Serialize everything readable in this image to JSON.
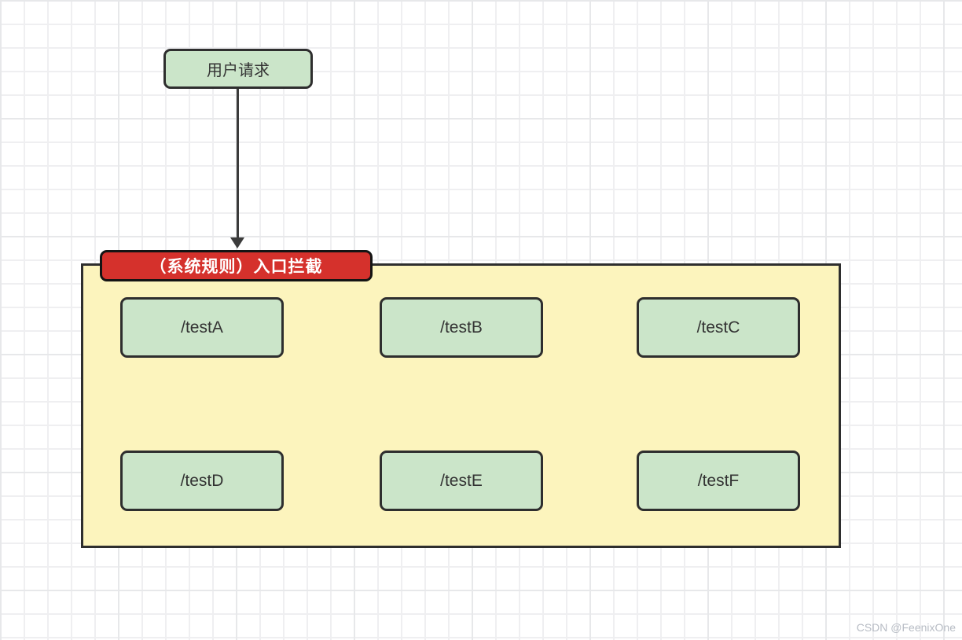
{
  "diagram": {
    "user_request": {
      "label": "用户请求"
    },
    "interceptor": {
      "label": "（系统规则）入口拦截",
      "endpoints": [
        "/testA",
        "/testB",
        "/testC",
        "/testD",
        "/testE",
        "/testF"
      ]
    },
    "watermark": "CSDN @FeenixOne",
    "colors": {
      "node_green": "#cbe5c9",
      "container_yellow": "#fcf4bd",
      "label_red": "#d5312c",
      "border_dark": "#2e2e2e",
      "arrow": "#3b3b3b",
      "grid_line": "#efeff1",
      "grid_line_major": "#e7e8ea",
      "watermark_gray": "#b7bcc4"
    }
  }
}
